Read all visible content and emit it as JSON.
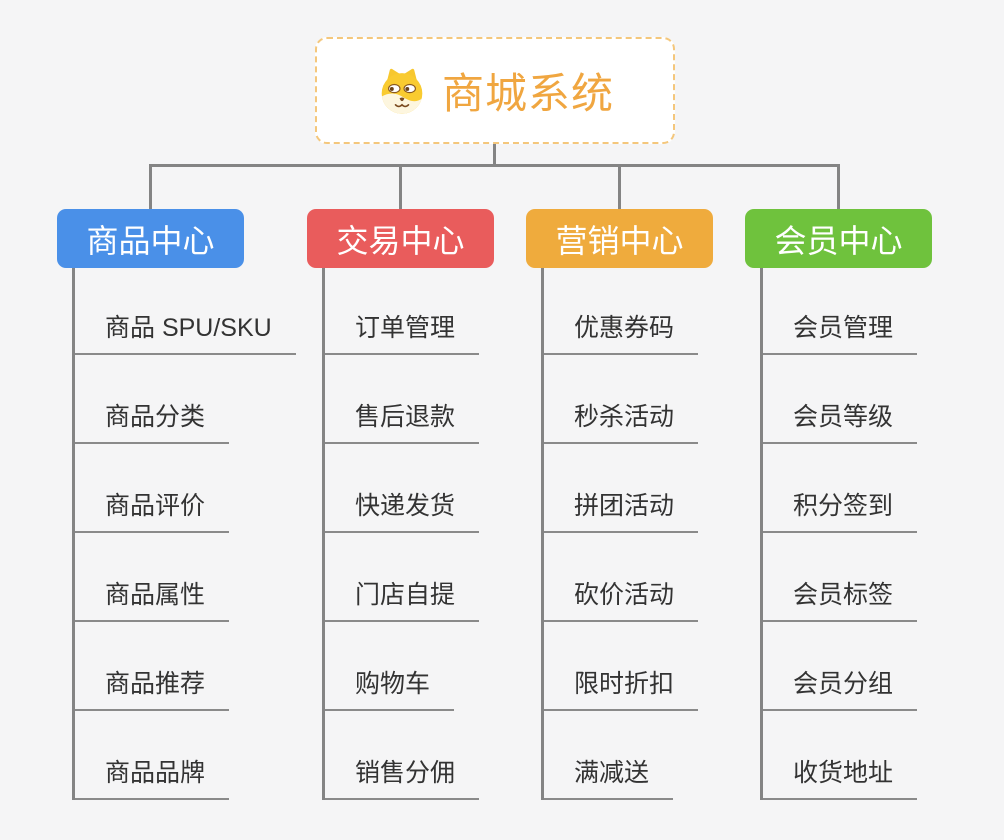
{
  "page": {
    "background": "#f5f5f6",
    "connector_color": "#848484"
  },
  "root": {
    "label": "商城系统",
    "icon": "dog-face-icon",
    "text_color": "#f0a640",
    "border_color": "#f4c77c",
    "background": "#ffffff"
  },
  "branches": [
    {
      "label": "商品中心",
      "color": "#4a90e8",
      "children": [
        "商品 SPU/SKU",
        "商品分类",
        "商品评价",
        "商品属性",
        "商品推荐",
        "商品品牌"
      ]
    },
    {
      "label": "交易中心",
      "color": "#e95c5c",
      "children": [
        "订单管理",
        "售后退款",
        "快递发货",
        "门店自提",
        "购物车",
        "销售分佣"
      ]
    },
    {
      "label": "营销中心",
      "color": "#efab3d",
      "children": [
        "优惠券码",
        "秒杀活动",
        "拼团活动",
        "砍价活动",
        "限时折扣",
        "满减送"
      ]
    },
    {
      "label": "会员中心",
      "color": "#6fc23d",
      "children": [
        "会员管理",
        "会员等级",
        "积分签到",
        "会员标签",
        "会员分组",
        "收货地址"
      ]
    }
  ]
}
